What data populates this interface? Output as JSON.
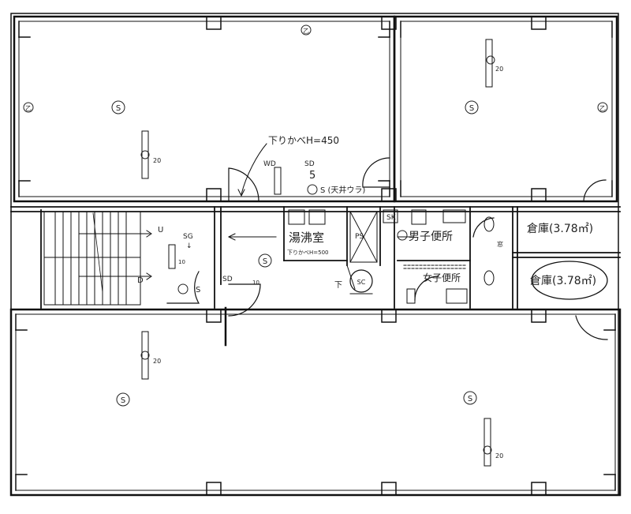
{
  "rooms": {
    "room_top_left": {
      "mark": "S",
      "zone": "乙",
      "zone_right": "乙"
    },
    "room_top_right": {
      "mark": "S",
      "zone": "乙",
      "zone_right": "乙"
    },
    "room_bottom_left": {
      "mark": "S"
    },
    "room_bottom_right": {
      "mark": "S"
    },
    "elevator_hall": {
      "mark": "S"
    }
  },
  "annotations": {
    "drop_wall": "下りかべH=450",
    "wd": "WD",
    "sd": "SD",
    "sd_num": "5",
    "smoke_note": "S (天井ウラ)",
    "sg": "SG",
    "sg_arrow": "↓",
    "up": "U",
    "down": "D",
    "sd2": "SD",
    "sd2_num": "10",
    "hall_num": "10",
    "sk": "SK",
    "ps": "PS",
    "sc_circle": "SC",
    "lower_mark": "下",
    "beam_note": "下りかべH=500",
    "hall_s": "S"
  },
  "labels": {
    "kyutoushitsu": "湯沸室",
    "mens_toilet": "男子便所",
    "womens_toilet": "女子便所",
    "storage_1": "倉庫(3.78㎡)",
    "storage_2": "倉庫(3.78㎡)",
    "window_mark": "窓"
  },
  "fixtures": {
    "detector_value": "20"
  }
}
